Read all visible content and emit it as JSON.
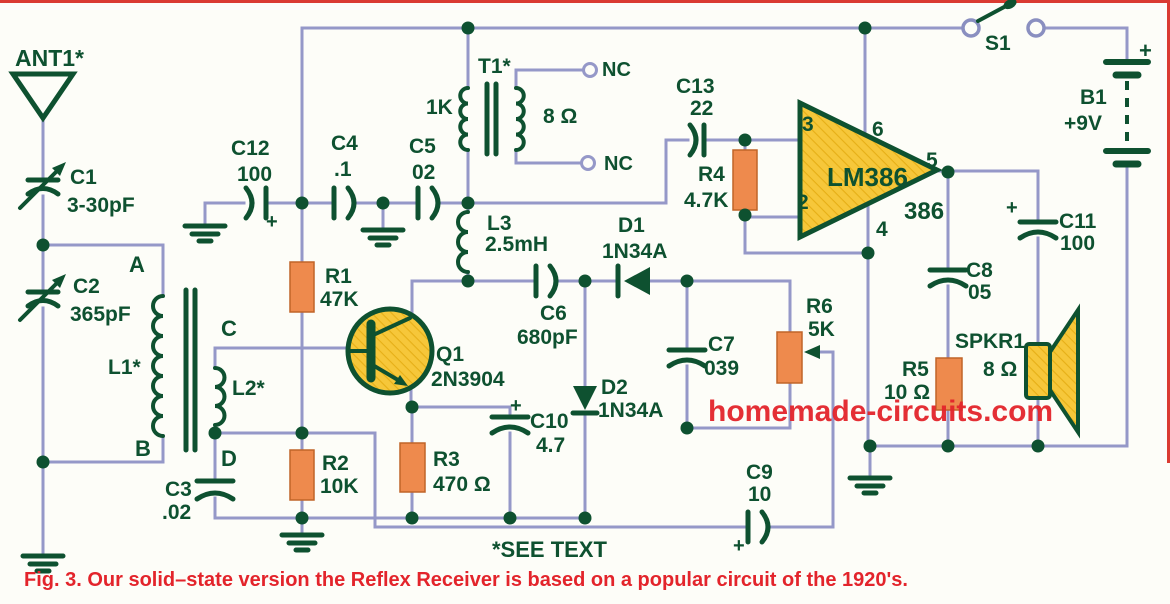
{
  "schematic": {
    "caption": "Fig. 3. Our solid–state version the Reflex Receiver is based on a popular circuit of the 1920's.",
    "watermark": "homemade-circuits.com",
    "note": "*SEE TEXT"
  },
  "colors": {
    "wire": "#9598c8",
    "symbol_green": "#0e5130",
    "resistor_orange": "#ee8a4d",
    "device_yellow": "#f6c73a",
    "caption_red": "#e3242b",
    "watermark_red": "#ee1c25"
  },
  "components": {
    "ANT1": {
      "ref": "ANT1*"
    },
    "C1": {
      "ref": "C1",
      "val": "3-30pF"
    },
    "C2": {
      "ref": "C2",
      "val": "365pF"
    },
    "C3": {
      "ref": "C3",
      "val": ".02"
    },
    "C4": {
      "ref": "C4",
      "val": ".1"
    },
    "C5": {
      "ref": "C5",
      "val": "02"
    },
    "C6": {
      "ref": "C6",
      "val": "680pF"
    },
    "C7": {
      "ref": "C7",
      "val": "039"
    },
    "C8": {
      "ref": "C8",
      "val": "05"
    },
    "C9": {
      "ref": "C9",
      "val": "10"
    },
    "C10": {
      "ref": "C10",
      "val": "4.7"
    },
    "C11": {
      "ref": "C11",
      "val": "100"
    },
    "C12": {
      "ref": "C12",
      "val": "100"
    },
    "C13": {
      "ref": "C13",
      "val": "22"
    },
    "R1": {
      "ref": "R1",
      "val": "47K"
    },
    "R2": {
      "ref": "R2",
      "val": "10K"
    },
    "R3": {
      "ref": "R3",
      "val": "470 Ω"
    },
    "R4": {
      "ref": "R4",
      "val": "4.7K"
    },
    "R5": {
      "ref": "R5",
      "val": "10 Ω"
    },
    "R6": {
      "ref": "R6",
      "val": "5K"
    },
    "L1": {
      "ref": "L1*"
    },
    "L2": {
      "ref": "L2*"
    },
    "L3": {
      "ref": "L3",
      "val": "2.5mH"
    },
    "T1": {
      "ref": "T1*",
      "primary": "1K",
      "secondary": "8 Ω"
    },
    "D1": {
      "ref": "D1",
      "val": "1N34A"
    },
    "D2": {
      "ref": "D2",
      "val": "1N34A"
    },
    "Q1": {
      "ref": "Q1",
      "val": "2N3904"
    },
    "U1": {
      "name": "LM386",
      "part": "386"
    },
    "S1": {
      "ref": "S1"
    },
    "B1": {
      "ref": "B1",
      "val": "+9V"
    },
    "SPKR1": {
      "ref": "SPKR1",
      "val": "8 Ω"
    }
  },
  "ic_pins": {
    "p2": "2",
    "p3": "3",
    "p4": "4",
    "p5": "5",
    "p6": "6"
  },
  "nodes": {
    "a": "A",
    "b": "B",
    "c": "C",
    "d": "D"
  },
  "marks": {
    "plus": "+",
    "nc": "NC"
  }
}
